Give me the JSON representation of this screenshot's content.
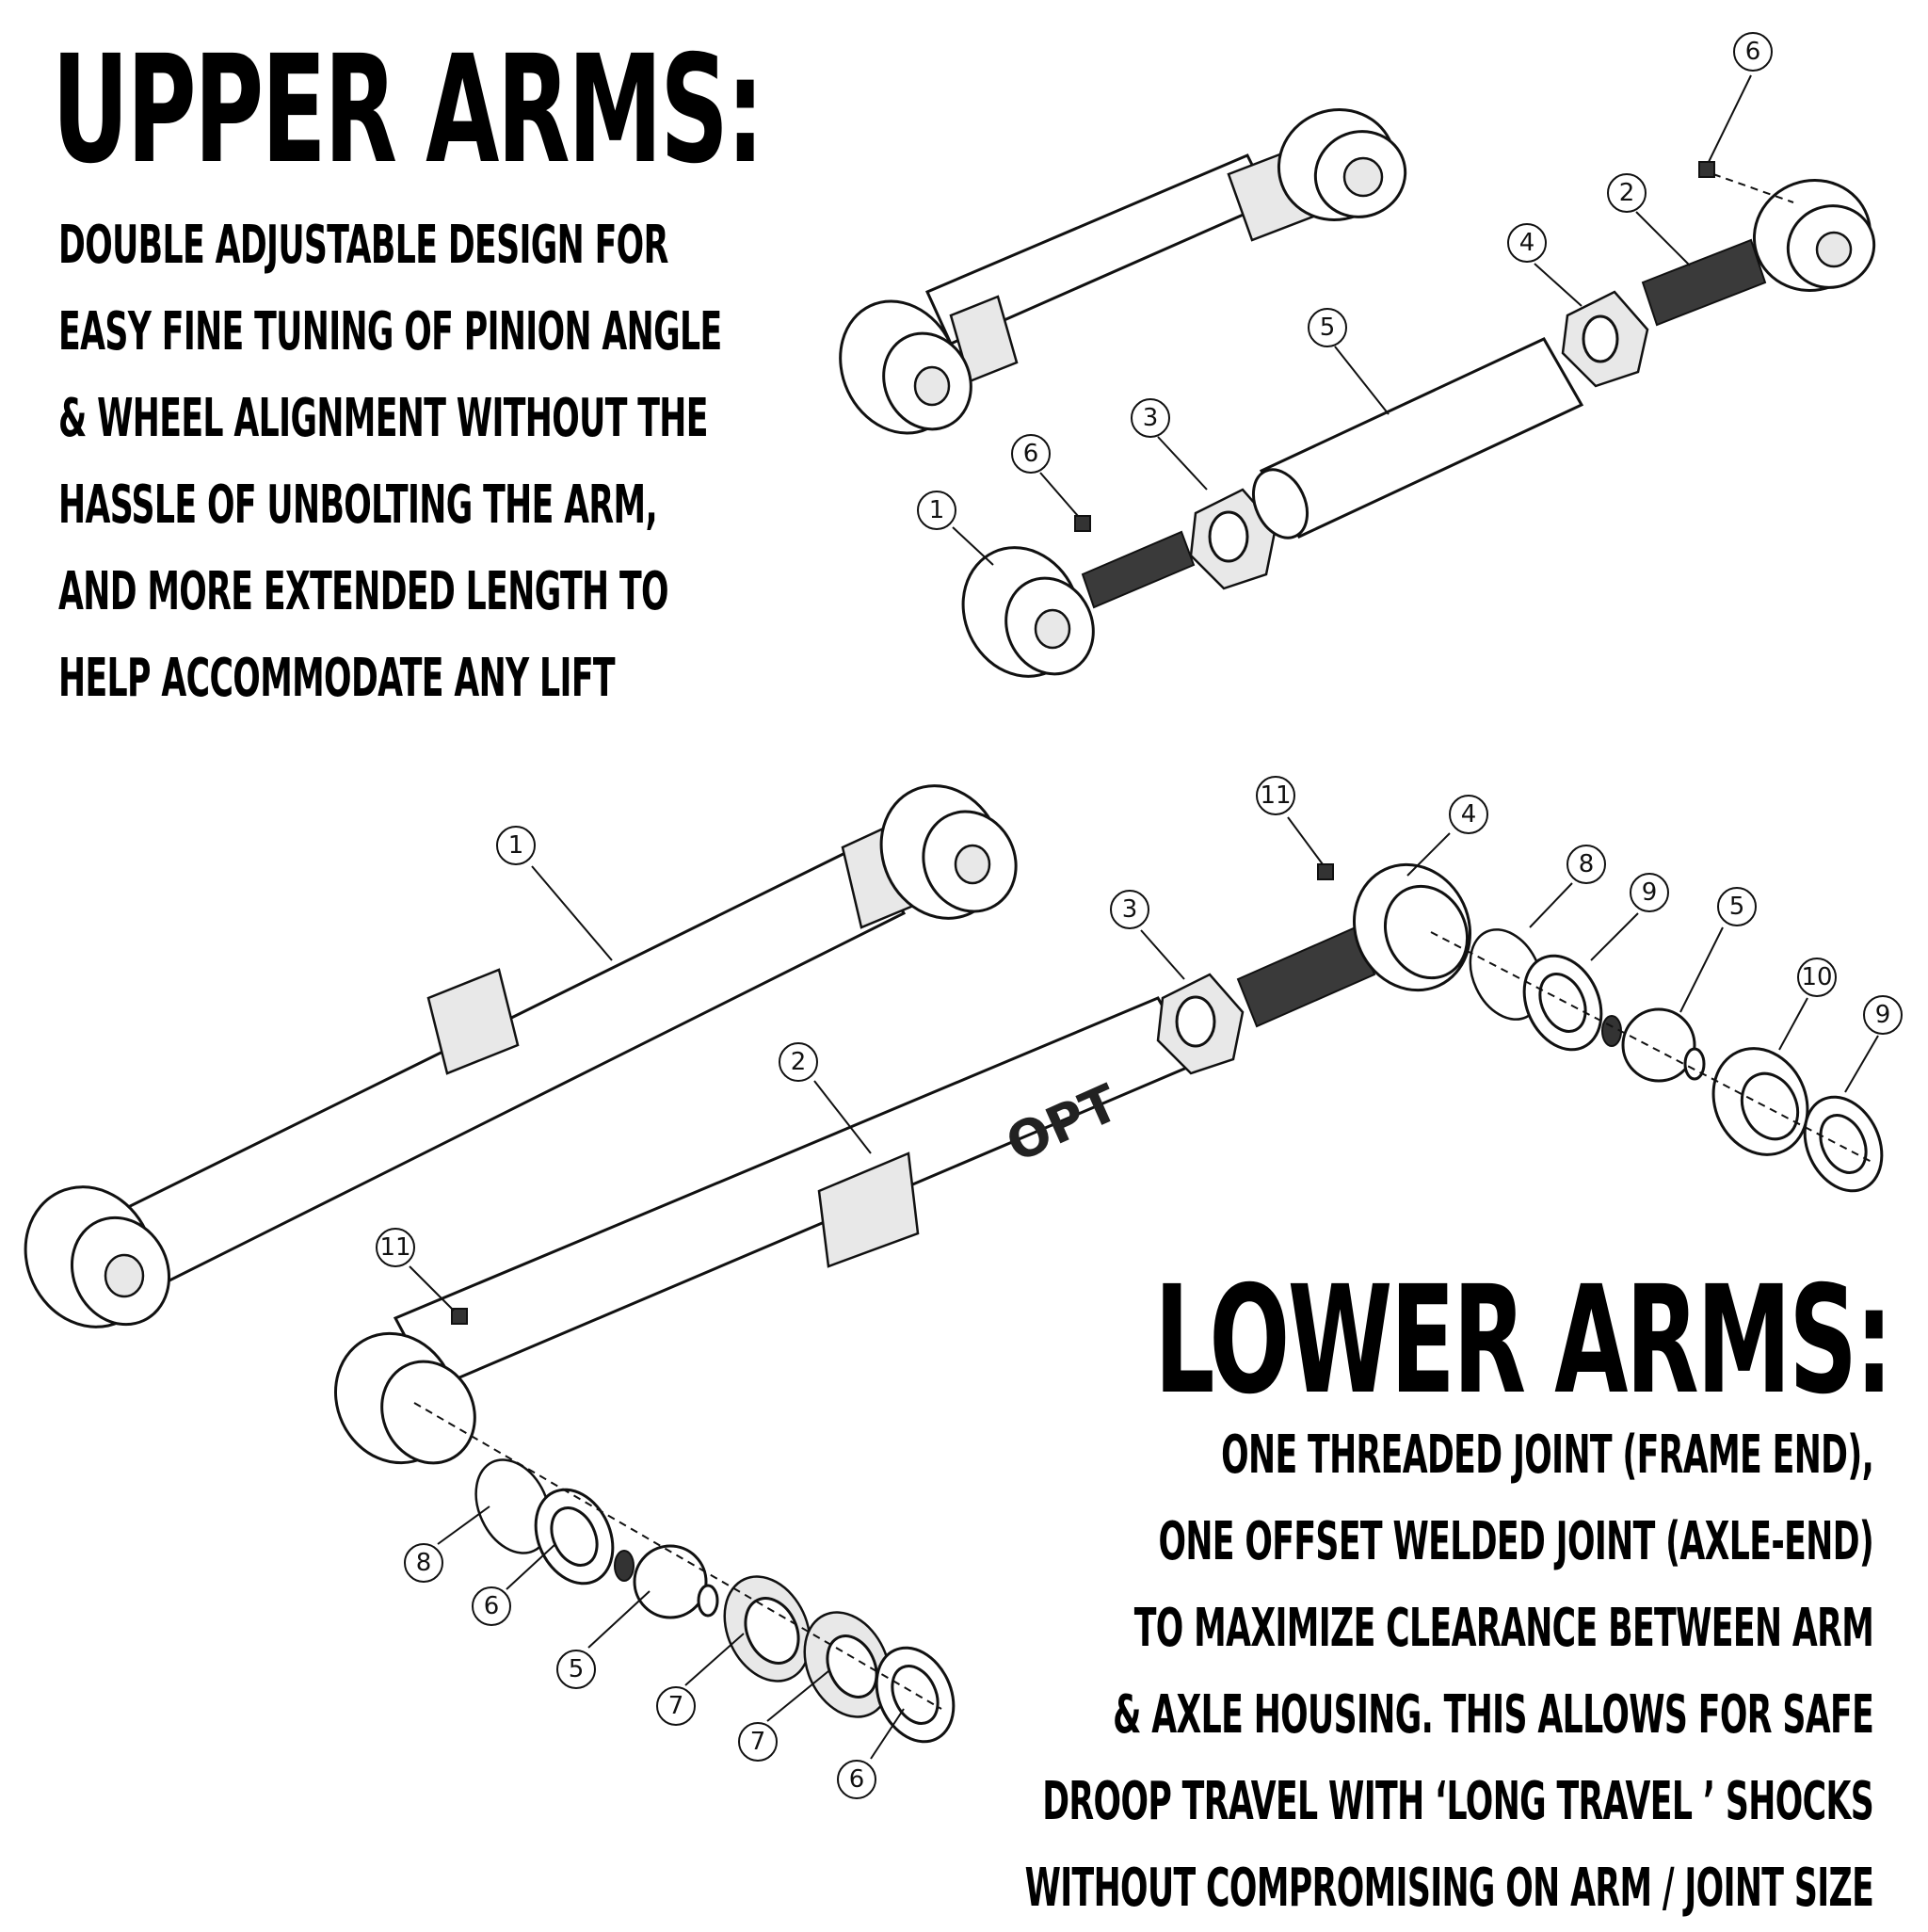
{
  "upper": {
    "title": "UPPER ARMS:",
    "lines": [
      "DOUBLE ADJUSTABLE DESIGN FOR",
      "EASY FINE TUNING OF PINION ANGLE",
      "& WHEEL ALIGNMENT WITHOUT THE",
      "HASSLE OF UNBOLTING THE ARM,",
      "AND MORE EXTENDED LENGTH TO",
      "HELP ACCOMMODATE ANY LIFT"
    ],
    "callouts": [
      "6",
      "2",
      "4",
      "5",
      "3",
      "6",
      "1"
    ]
  },
  "lower": {
    "title": "LOWER ARMS:",
    "lines": [
      "ONE THREADED JOINT (FRAME END),",
      "ONE OFFSET WELDED JOINT (AXLE-END)",
      "TO MAXIMIZE CLEARANCE BETWEEN ARM",
      "& AXLE HOUSING. THIS ALLOWS FOR SAFE",
      "DROOP TRAVEL WITH ‘LONG TRAVEL ’ SHOCKS",
      "WITHOUT COMPROMISING ON ARM / JOINT SIZE"
    ],
    "callouts": [
      "1",
      "11",
      "4",
      "3",
      "8",
      "9",
      "5",
      "10",
      "9",
      "2",
      "11",
      "8",
      "6",
      "5",
      "7",
      "7",
      "6"
    ]
  },
  "logo": "OPT"
}
